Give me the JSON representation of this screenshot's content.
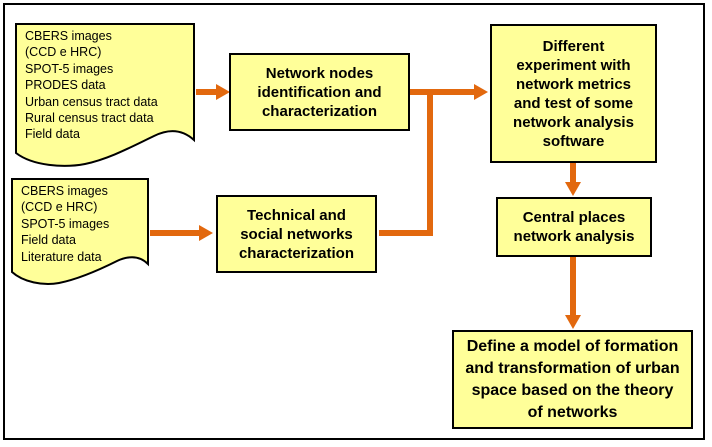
{
  "colors": {
    "shape_fill": "#FFFF99",
    "shape_border": "#000000",
    "arrow": "#E2680E",
    "frame_border": "#000000",
    "background": "#FFFFFF",
    "text": "#000000"
  },
  "documents": [
    {
      "id": "data-sources-top",
      "lines": [
        "CBERS images",
        "(CCD e HRC)",
        "SPOT-5 images",
        "PRODES data",
        "Urban census tract data",
        "Rural census tract data",
        "Field data"
      ]
    },
    {
      "id": "data-sources-bottom",
      "lines": [
        "CBERS images",
        "(CCD e HRC)",
        "SPOT-5 images",
        "Field data",
        "Literature data"
      ]
    }
  ],
  "processes": [
    {
      "id": "network-nodes-identification",
      "lines": [
        "Network nodes",
        "identification and",
        "characterization"
      ]
    },
    {
      "id": "technical-social-networks",
      "lines": [
        "Technical and",
        "social networks",
        "characterization"
      ]
    },
    {
      "id": "network-metrics-experiment",
      "lines": [
        "Different",
        "experiment with",
        "network metrics",
        "and test of some",
        "network analysis",
        "software"
      ]
    },
    {
      "id": "central-places-analysis",
      "lines": [
        "Central places",
        "network analysis"
      ]
    },
    {
      "id": "define-urban-space-model",
      "lines": [
        "Define a model of formation",
        "and transformation of urban",
        "space based on the theory",
        "of networks"
      ]
    }
  ],
  "flows": [
    {
      "from": "data-sources-top",
      "to": "network-nodes-identification"
    },
    {
      "from": "data-sources-bottom",
      "to": "technical-social-networks"
    },
    {
      "from": "network-nodes-identification",
      "to": "network-metrics-experiment"
    },
    {
      "from": "technical-social-networks",
      "to": "network-metrics-experiment"
    },
    {
      "from": "network-metrics-experiment",
      "to": "central-places-analysis"
    },
    {
      "from": "central-places-analysis",
      "to": "define-urban-space-model"
    }
  ]
}
